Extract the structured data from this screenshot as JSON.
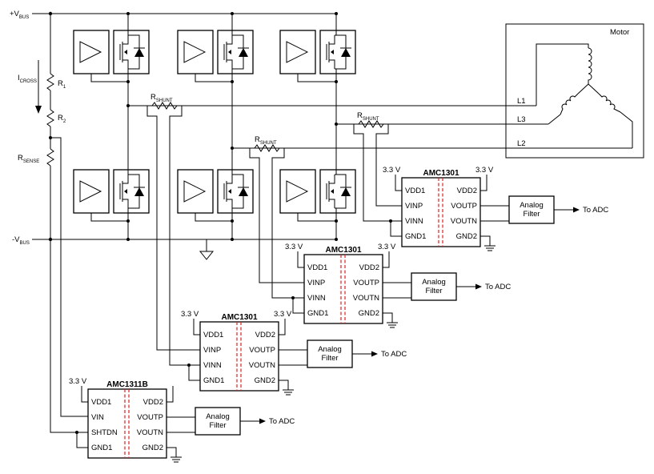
{
  "labels": {
    "vbus_pos": "+V",
    "vbus_pos_sub": "BUS",
    "vbus_neg": "-V",
    "vbus_neg_sub": "BUS",
    "icross": "I",
    "icross_sub": "CROSS",
    "r1": "R",
    "r1_sub": "1",
    "r2": "R",
    "r2_sub": "2",
    "rsense": "R",
    "rsense_sub": "SENSE",
    "rshunt": "R",
    "rshunt_sub": "SHUNT",
    "motor": "Motor",
    "l1": "L1",
    "l2": "L2",
    "l3": "L3"
  },
  "chips": [
    {
      "name": "AMC1301",
      "left_pins": [
        "VDD1",
        "VINP",
        "VINN",
        "GND1"
      ],
      "right_pins": [
        "VDD2",
        "VOUTP",
        "VOUTN",
        "GND2"
      ],
      "supply_left": "3.3 V",
      "supply_right": "3.3 V",
      "filter": [
        "Analog",
        "Filter"
      ],
      "output": "To ADC"
    },
    {
      "name": "AMC1301",
      "left_pins": [
        "VDD1",
        "VINP",
        "VINN",
        "GND1"
      ],
      "right_pins": [
        "VDD2",
        "VOUTP",
        "VOUTN",
        "GND2"
      ],
      "supply_left": "3.3 V",
      "supply_right": "3.3 V",
      "filter": [
        "Analog",
        "Filter"
      ],
      "output": "To ADC"
    },
    {
      "name": "AMC1301",
      "left_pins": [
        "VDD1",
        "VINP",
        "VINN",
        "GND1"
      ],
      "right_pins": [
        "VDD2",
        "VOUTP",
        "VOUTN",
        "GND2"
      ],
      "supply_left": "3.3 V",
      "supply_right": "3.3 V",
      "filter": [
        "Analog",
        "Filter"
      ],
      "output": "To ADC"
    },
    {
      "name": "AMC1311B",
      "left_pins": [
        "VDD1",
        "VIN",
        "SHTDN",
        "GND1"
      ],
      "right_pins": [
        "VDD2",
        "VOUTP",
        "VOUTN",
        "GND2"
      ],
      "supply_left": "3.3 V",
      "supply_right": "",
      "filter": [
        "Analog",
        "Filter"
      ],
      "output": "To ADC"
    }
  ]
}
